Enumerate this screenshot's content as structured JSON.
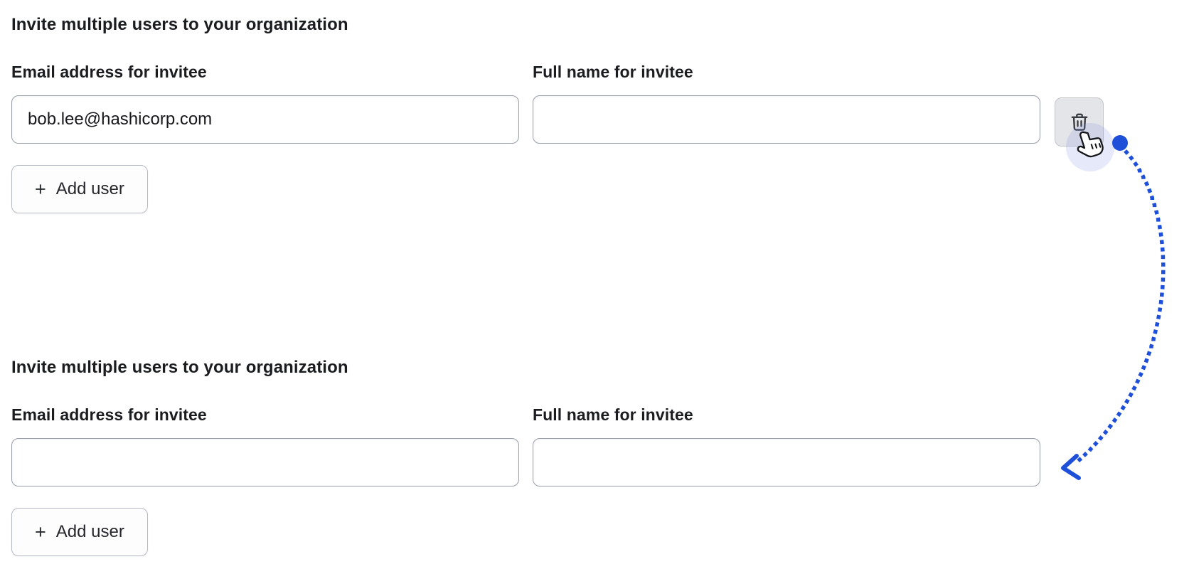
{
  "colors": {
    "accent_blue": "#1d4fd8",
    "text": "#1b1c20",
    "input_border": "#9a9ea9",
    "button_border": "#b7bac2",
    "trash_button_bg": "#e4e5e8",
    "cursor_halo": "rgba(118,132,219,0.18)",
    "page_bg": "#ffffff"
  },
  "state_before": {
    "heading": "Invite multiple users to your organization",
    "fields": [
      {
        "label": "Email address for invitee",
        "value": "bob.lee@hashicorp.com"
      },
      {
        "label": "Full name for invitee",
        "value": ""
      }
    ],
    "delete_button": {
      "icon": "trash-icon"
    },
    "add_button": {
      "plus": "+",
      "label": "Add user"
    }
  },
  "state_after": {
    "heading": "Invite multiple users to your organization",
    "fields": [
      {
        "label": "Email address for invitee",
        "value": ""
      },
      {
        "label": "Full name for invitee",
        "value": ""
      }
    ],
    "add_button": {
      "plus": "+",
      "label": "Add user"
    }
  },
  "annotation": {
    "cursor_icon": "hand-pointer-cursor",
    "click_dot": "blue-dot",
    "arrow": "dotted-curved-arrow pointing from delete button to second form"
  }
}
